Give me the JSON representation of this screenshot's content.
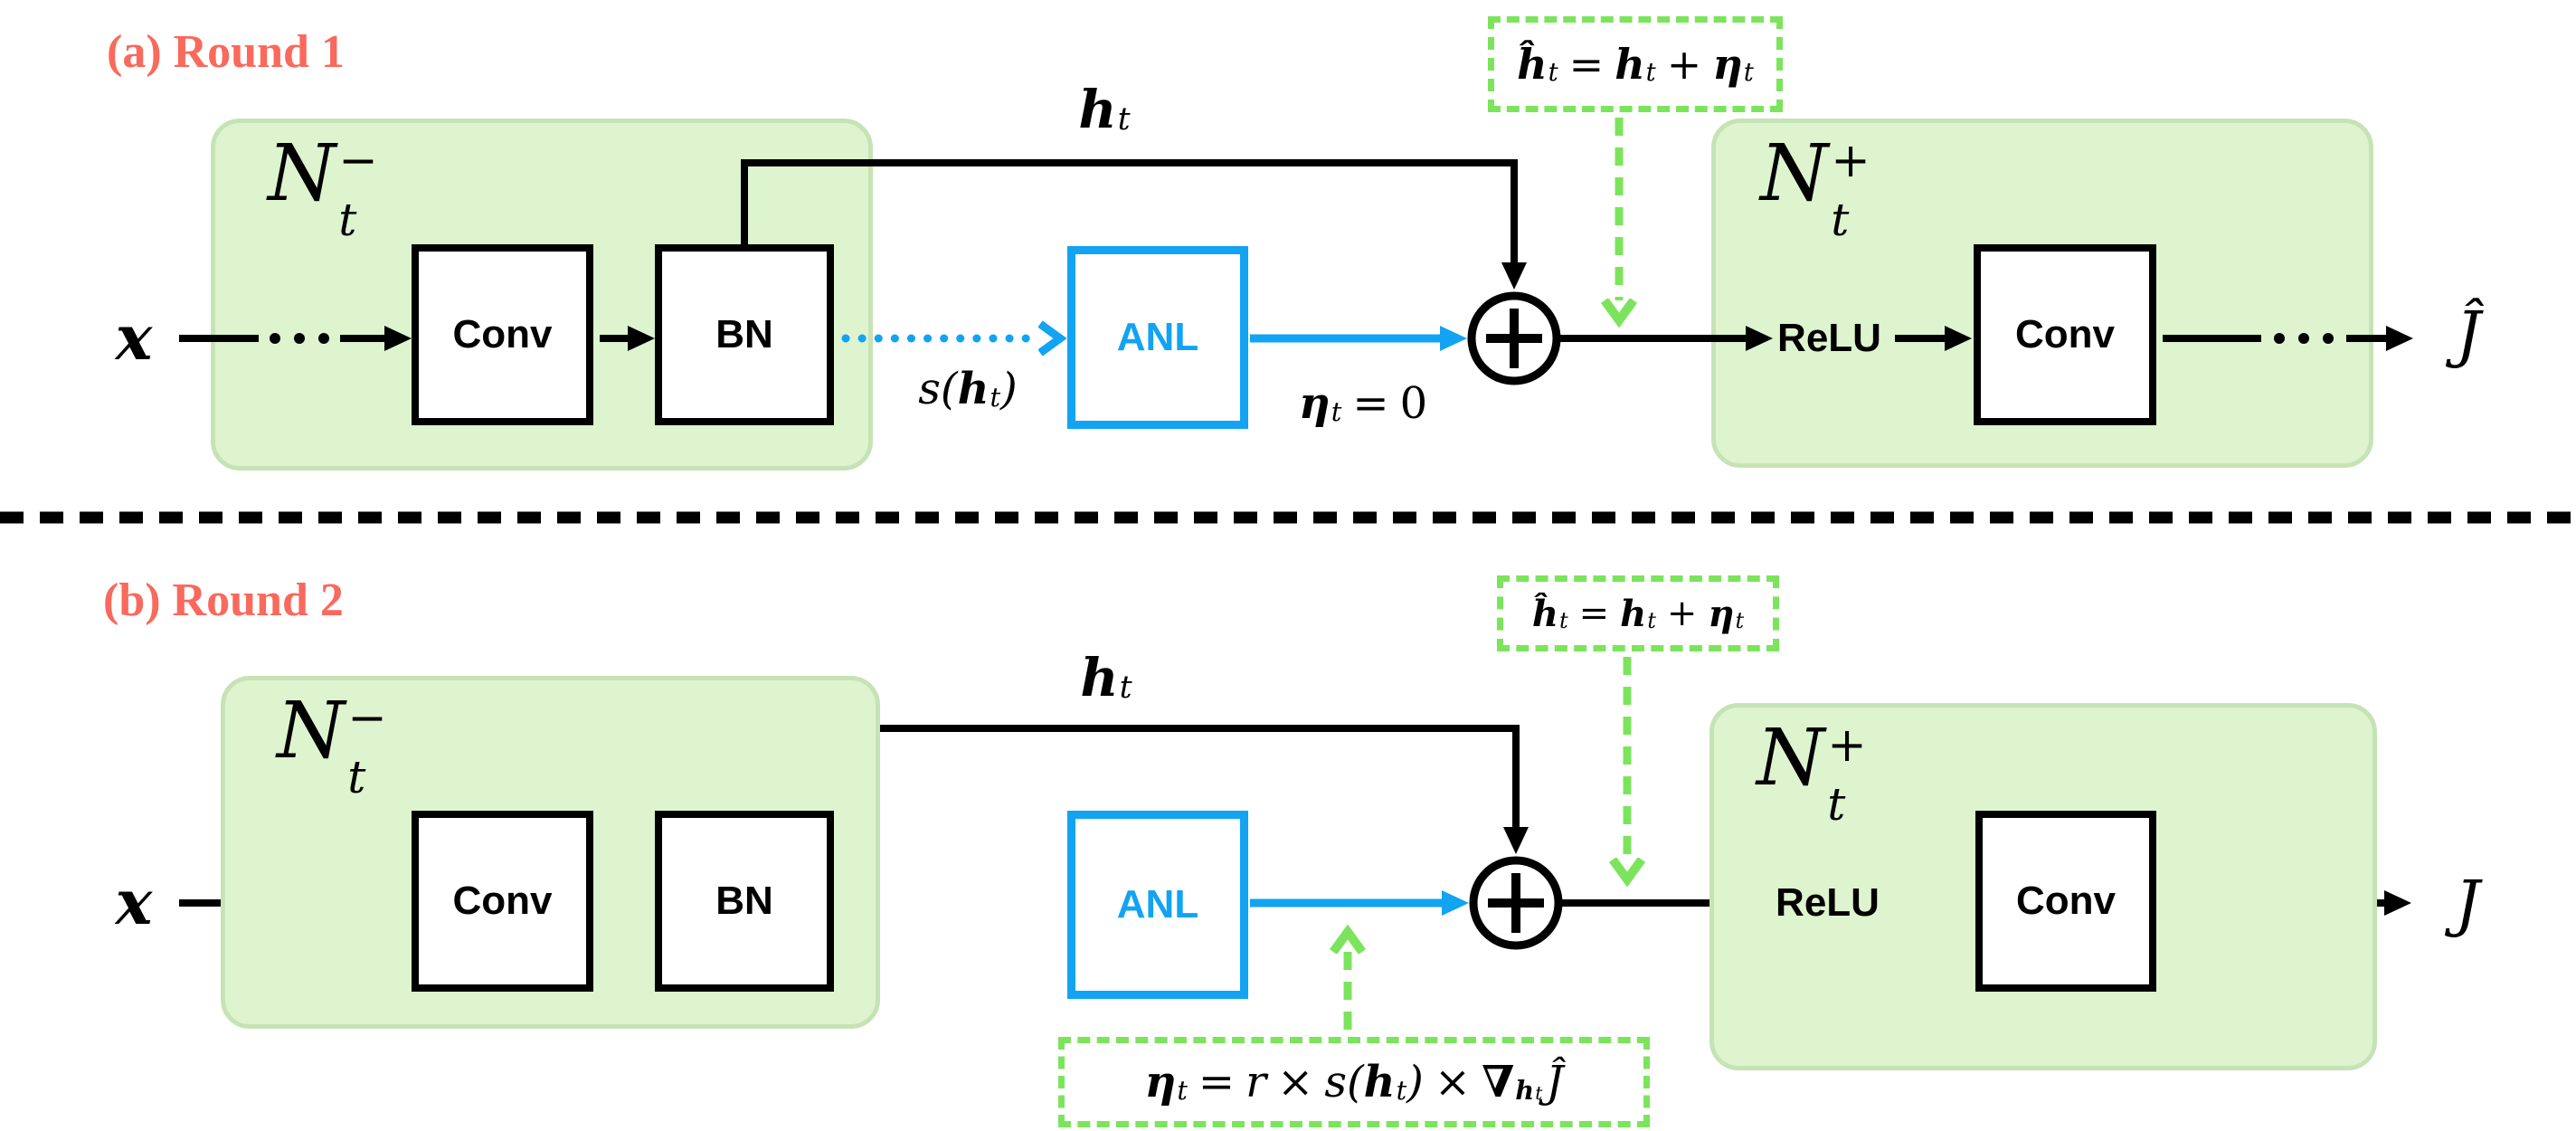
{
  "colors": {
    "green_fill": "#ddf4cf",
    "green_border": "#c6e3b5",
    "bright_green": "#7ce45c",
    "blue": "#12a3f2",
    "red_title": "#f9695c",
    "black": "#000000"
  },
  "round1": {
    "title": "(a) Round 1",
    "input_label": "x",
    "pre_net": {
      "base": "N",
      "sub": "t",
      "sup": "−"
    },
    "conv_in": "Conv",
    "bn": "BN",
    "skip_label": {
      "h": "h",
      "sub": "t"
    },
    "scale_label": {
      "pre": "s(",
      "h": "h",
      "sub": "t",
      "post": ")"
    },
    "anl": "ANL",
    "noise_label": {
      "eta": "η",
      "sub": "t",
      "eq": "=",
      "zero": "0"
    },
    "sum_formula": {
      "hhat": "ĥ",
      "sub1": "t",
      "eq": "=",
      "h": "h",
      "sub2": "t",
      "plus": "+",
      "eta": "η",
      "sub3": "t"
    },
    "post_net": {
      "base": "N",
      "sub": "t",
      "sup": "+"
    },
    "relu": "ReLU",
    "conv_out": "Conv",
    "output_label": "Ĵ"
  },
  "round2": {
    "title": "(b) Round 2",
    "input_label": "x",
    "pre_net": {
      "base": "N",
      "sub": "t",
      "sup": "−"
    },
    "conv_in": "Conv",
    "bn": "BN",
    "skip_label": {
      "h": "h",
      "sub": "t"
    },
    "anl": "ANL",
    "sum_formula": {
      "hhat": "ĥ",
      "sub1": "t",
      "eq": "=",
      "h": "h",
      "sub2": "t",
      "plus": "+",
      "eta": "η",
      "sub3": "t"
    },
    "noise_formula": {
      "eta": "η",
      "sub1": "t",
      "eq": "=",
      "r": "r",
      "times1": "×",
      "s": "s(",
      "h": "h",
      "sub2": "t",
      "close": ")",
      "times2": "×",
      "nabla": "∇",
      "nsub_h": "h",
      "nsub_t": "t",
      "j": "Ĵ"
    },
    "post_net": {
      "base": "N",
      "sub": "t",
      "sup": "+"
    },
    "relu": "ReLU",
    "conv_out": "Conv",
    "output_label": "J"
  }
}
